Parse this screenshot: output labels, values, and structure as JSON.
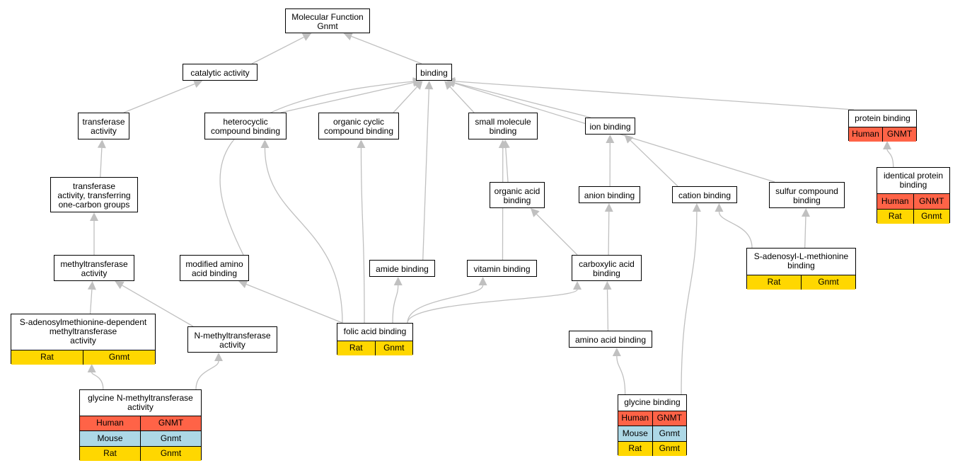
{
  "graph": {
    "edge_color": "#c0c0c0",
    "species_colors": {
      "Human": "#ff6347",
      "Mouse": "#add8e6",
      "Rat": "#ffd700"
    },
    "nodes": [
      {
        "id": "mf",
        "label": "Molecular Function\nGnmt",
        "rows": []
      },
      {
        "id": "catalytic",
        "label": "catalytic activity",
        "rows": []
      },
      {
        "id": "binding",
        "label": "binding",
        "rows": []
      },
      {
        "id": "transferase",
        "label": "transferase\nactivity",
        "rows": []
      },
      {
        "id": "heterocyclic",
        "label": "heterocyclic\ncompound binding",
        "rows": []
      },
      {
        "id": "organic_cyclic",
        "label": "organic cyclic\ncompound binding",
        "rows": []
      },
      {
        "id": "small_molecule",
        "label": "small molecule\nbinding",
        "rows": []
      },
      {
        "id": "ion",
        "label": "ion binding",
        "rows": []
      },
      {
        "id": "protein",
        "label": "protein binding",
        "rows": [
          {
            "species": "Human",
            "gene": "GNMT"
          }
        ]
      },
      {
        "id": "transferase_one_carbon",
        "label": "transferase\nactivity, transferring\none-carbon groups",
        "rows": []
      },
      {
        "id": "organic_acid",
        "label": "organic acid\nbinding",
        "rows": []
      },
      {
        "id": "anion",
        "label": "anion binding",
        "rows": []
      },
      {
        "id": "cation",
        "label": "cation binding",
        "rows": []
      },
      {
        "id": "sulfur",
        "label": "sulfur compound\nbinding",
        "rows": []
      },
      {
        "id": "identical_protein",
        "label": "identical protein\nbinding",
        "rows": [
          {
            "species": "Human",
            "gene": "GNMT"
          },
          {
            "species": "Rat",
            "gene": "Gnmt"
          }
        ]
      },
      {
        "id": "methyltransferase",
        "label": "methyltransferase\nactivity",
        "rows": []
      },
      {
        "id": "modified_amino",
        "label": "modified amino\nacid binding",
        "rows": []
      },
      {
        "id": "amide",
        "label": "amide binding",
        "rows": []
      },
      {
        "id": "vitamin",
        "label": "vitamin binding",
        "rows": []
      },
      {
        "id": "carboxylic",
        "label": "carboxylic acid\nbinding",
        "rows": []
      },
      {
        "id": "sam",
        "label": "S-adenosyl-L-methionine\nbinding",
        "rows": [
          {
            "species": "Rat",
            "gene": "Gnmt"
          }
        ]
      },
      {
        "id": "sam_dependent",
        "label": "S-adenosylmethionine-dependent\nmethyltransferase\nactivity",
        "rows": [
          {
            "species": "Rat",
            "gene": "Gnmt"
          }
        ]
      },
      {
        "id": "n_methyl",
        "label": "N-methyltransferase\nactivity",
        "rows": []
      },
      {
        "id": "folic",
        "label": "folic acid binding",
        "rows": [
          {
            "species": "Rat",
            "gene": "Gnmt"
          }
        ]
      },
      {
        "id": "amino_acid",
        "label": "amino acid binding",
        "rows": []
      },
      {
        "id": "glycine_nmt",
        "label": "glycine N-methyltransferase\nactivity",
        "rows": [
          {
            "species": "Human",
            "gene": "GNMT"
          },
          {
            "species": "Mouse",
            "gene": "Gnmt"
          },
          {
            "species": "Rat",
            "gene": "Gnmt"
          }
        ]
      },
      {
        "id": "glycine",
        "label": "glycine binding",
        "rows": [
          {
            "species": "Human",
            "gene": "GNMT"
          },
          {
            "species": "Mouse",
            "gene": "Gnmt"
          },
          {
            "species": "Rat",
            "gene": "Gnmt"
          }
        ]
      }
    ],
    "edges": [
      [
        "catalytic",
        "mf"
      ],
      [
        "binding",
        "mf"
      ],
      [
        "transferase",
        "catalytic"
      ],
      [
        "heterocyclic",
        "binding"
      ],
      [
        "organic_cyclic",
        "binding"
      ],
      [
        "small_molecule",
        "binding"
      ],
      [
        "ion",
        "binding"
      ],
      [
        "protein",
        "binding"
      ],
      [
        "modified_amino",
        "binding"
      ],
      [
        "amide",
        "binding"
      ],
      [
        "sulfur",
        "binding"
      ],
      [
        "transferase_one_carbon",
        "transferase"
      ],
      [
        "organic_acid",
        "small_molecule"
      ],
      [
        "vitamin",
        "small_molecule"
      ],
      [
        "anion",
        "ion"
      ],
      [
        "cation",
        "ion"
      ],
      [
        "identical_protein",
        "protein"
      ],
      [
        "methyltransferase",
        "transferase_one_carbon"
      ],
      [
        "carboxylic",
        "organic_acid"
      ],
      [
        "carboxylic",
        "anion"
      ],
      [
        "sam",
        "sulfur"
      ],
      [
        "sam",
        "cation"
      ],
      [
        "sam_dependent",
        "methyltransferase"
      ],
      [
        "n_methyl",
        "methyltransferase"
      ],
      [
        "folic",
        "heterocyclic"
      ],
      [
        "folic",
        "organic_cyclic"
      ],
      [
        "folic",
        "modified_amino"
      ],
      [
        "folic",
        "amide"
      ],
      [
        "folic",
        "vitamin"
      ],
      [
        "folic",
        "carboxylic"
      ],
      [
        "amino_acid",
        "carboxylic"
      ],
      [
        "glycine_nmt",
        "sam_dependent"
      ],
      [
        "glycine_nmt",
        "n_methyl"
      ],
      [
        "glycine",
        "amino_acid"
      ],
      [
        "glycine",
        "cation"
      ]
    ]
  }
}
